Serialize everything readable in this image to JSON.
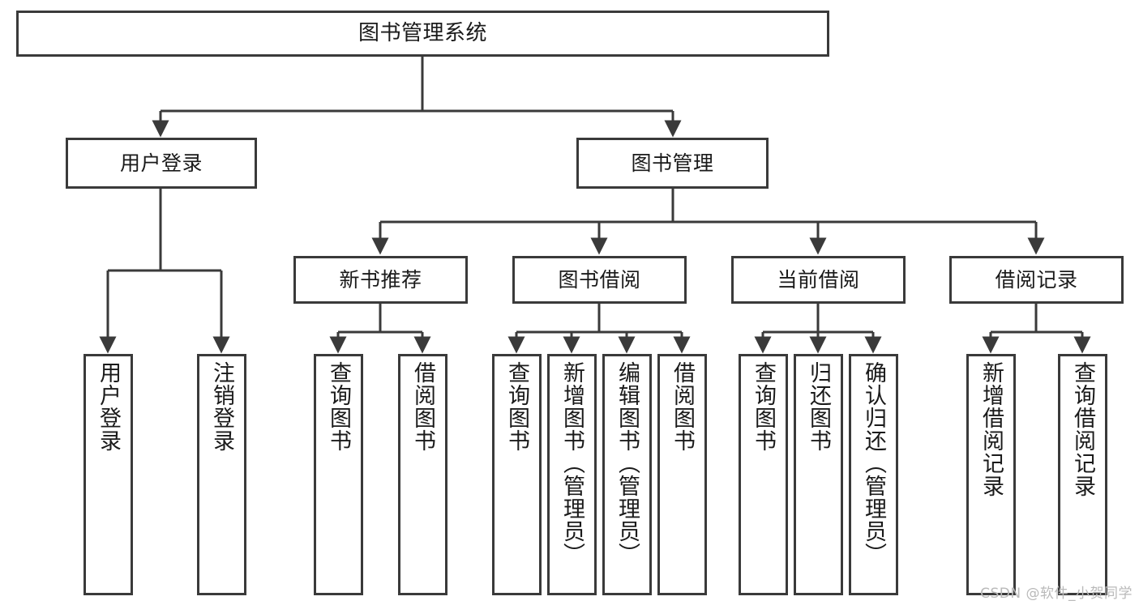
{
  "diagram": {
    "type": "tree",
    "title": "图书管理系统",
    "root": {
      "id": "root",
      "label": "图书管理系统"
    },
    "level2": [
      {
        "id": "user-login",
        "label": "用户登录"
      },
      {
        "id": "book-manage",
        "label": "图书管理"
      }
    ],
    "level3": [
      {
        "id": "new-book-rec",
        "label": "新书推荐"
      },
      {
        "id": "book-borrow",
        "label": "图书借阅"
      },
      {
        "id": "current-borrow",
        "label": "当前借阅"
      },
      {
        "id": "borrow-record",
        "label": "借阅记录"
      }
    ],
    "leaves": {
      "user_login": [
        {
          "id": "leaf-user-login",
          "label": "用户登录"
        },
        {
          "id": "leaf-logout-login",
          "label": "注销登录"
        }
      ],
      "new_book_rec": [
        {
          "id": "leaf-query-book-1",
          "label": "查询图书"
        },
        {
          "id": "leaf-borrow-book-1",
          "label": "借阅图书"
        }
      ],
      "book_borrow": [
        {
          "id": "leaf-query-book-2",
          "label": "查询图书"
        },
        {
          "id": "leaf-add-book",
          "label": "新增图书（管理员）"
        },
        {
          "id": "leaf-edit-book",
          "label": "编辑图书（管理员）"
        },
        {
          "id": "leaf-borrow-book-2",
          "label": "借阅图书"
        }
      ],
      "current_borrow": [
        {
          "id": "leaf-query-book-3",
          "label": "查询图书"
        },
        {
          "id": "leaf-return-book",
          "label": "归还图书"
        },
        {
          "id": "leaf-confirm-return",
          "label": "确认归还（管理员）"
        }
      ],
      "borrow_record": [
        {
          "id": "leaf-add-record",
          "label": "新增借阅记录"
        },
        {
          "id": "leaf-query-record",
          "label": "查询借阅记录"
        }
      ]
    },
    "colors": {
      "border": "#3a3a3a",
      "fill": "#ffffff",
      "text": "#1a1a1a",
      "edge": "#3a3a3a",
      "watermark": "#b9b9b9"
    }
  },
  "watermark": {
    "text": "CSDN @软件_小贺同学"
  }
}
